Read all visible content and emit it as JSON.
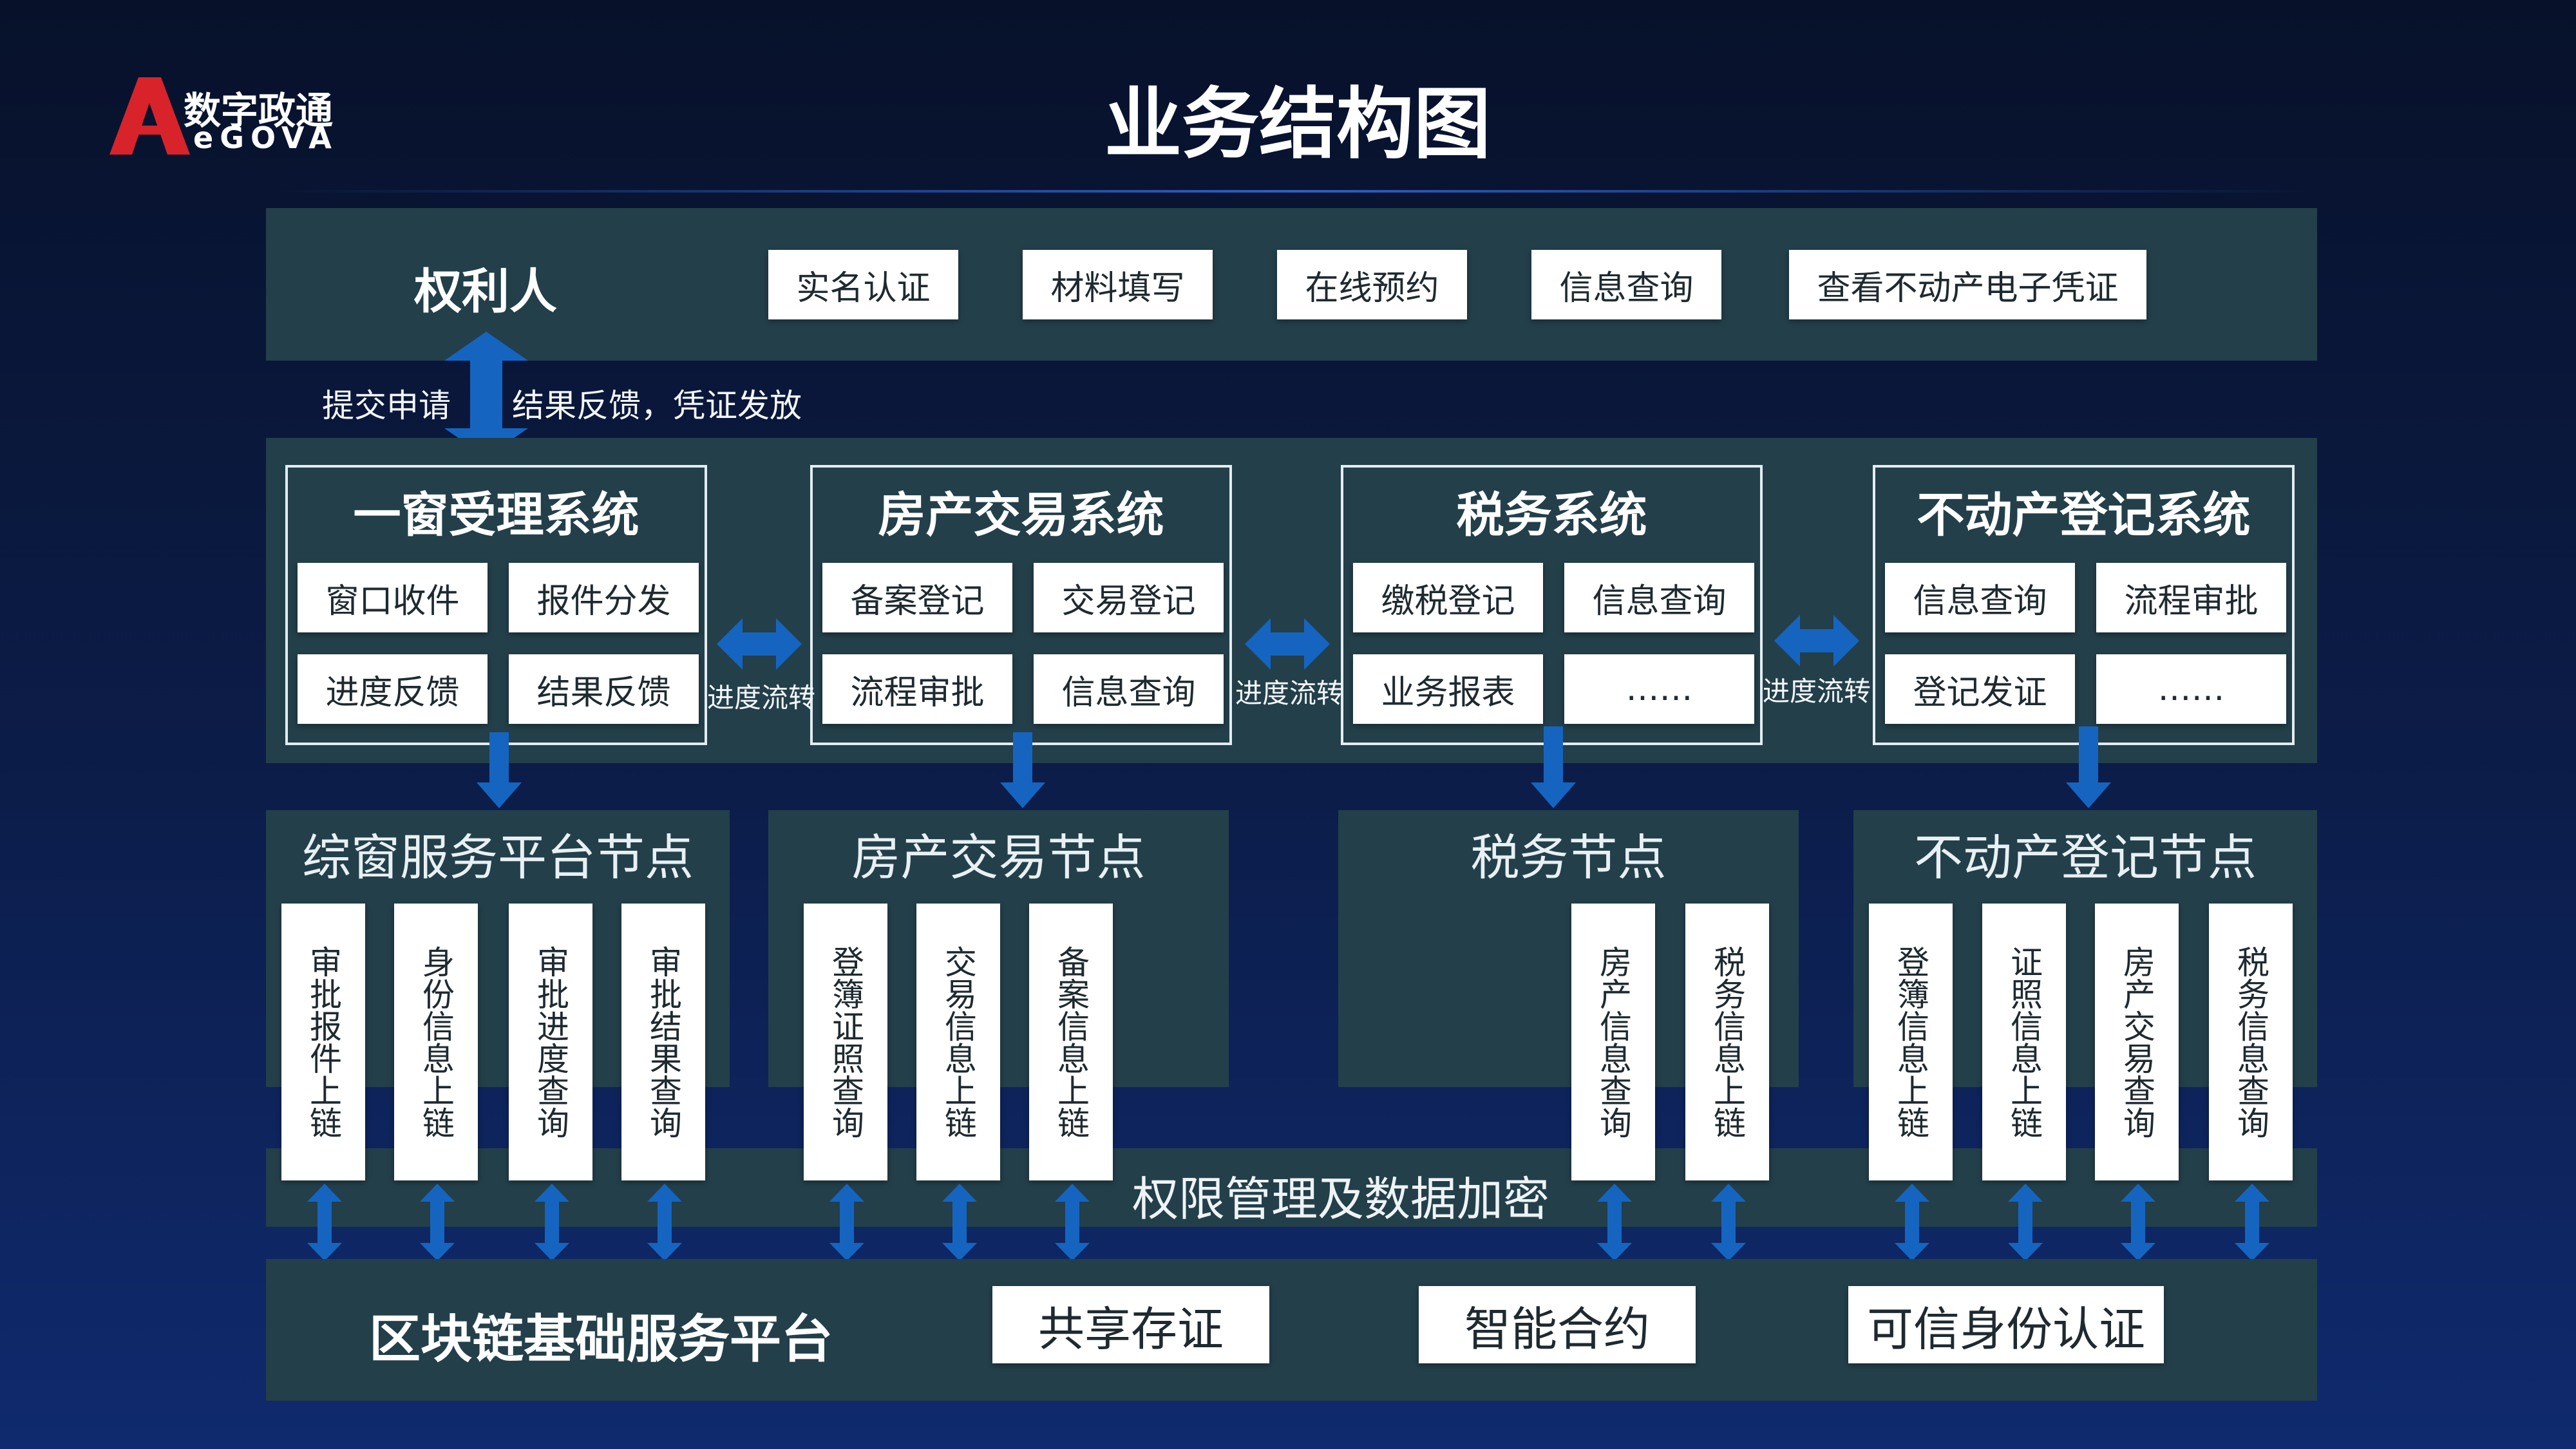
{
  "logo": {
    "text_cn": "数字政通",
    "text_en": "eGOVA"
  },
  "page_title": "业务结构图",
  "colors": {
    "panel": "#233f4a",
    "arrow": "#1565c0",
    "accent_red": "#d8232a"
  },
  "rights_holder": {
    "title": "权利人",
    "buttons": [
      "实名认证",
      "材料填写",
      "在线预约",
      "信息查询",
      "查看不动产电子凭证"
    ]
  },
  "flow_labels": {
    "submit": "提交申请",
    "feedback": "结果反馈，凭证发放"
  },
  "systems": [
    {
      "title": "一窗受理系统",
      "items": [
        "窗口收件",
        "报件分发",
        "进度反馈",
        "结果反馈"
      ]
    },
    {
      "title": "房产交易系统",
      "items": [
        "备案登记",
        "交易登记",
        "流程审批",
        "信息查询"
      ]
    },
    {
      "title": "税务系统",
      "items": [
        "缴税登记",
        "信息查询",
        "业务报表",
        "……"
      ]
    },
    {
      "title": "不动产登记系统",
      "items": [
        "信息查询",
        "流程审批",
        "登记发证",
        "……"
      ]
    }
  ],
  "progress_label": "进度流转",
  "nodes": [
    {
      "title": "综窗服务平台节点",
      "cols": [
        "审批报件上链",
        "身份信息上链",
        "审批进度查询",
        "审批结果查询"
      ]
    },
    {
      "title": "房产交易节点",
      "cols": [
        "登簿证照查询",
        "交易信息上链",
        "备案信息上链"
      ]
    },
    {
      "title": "税务节点",
      "cols": [
        "房产信息查询",
        "税务信息上链"
      ]
    },
    {
      "title": "不动产登记节点",
      "cols": [
        "登簿信息上链",
        "证照信息上链",
        "房产交易查询",
        "税务信息查询"
      ]
    }
  ],
  "permission_bar": "权限管理及数据加密",
  "blockchain": {
    "title": "区块链基础服务平台",
    "buttons": [
      "共享存证",
      "智能合约",
      "可信身份认证"
    ]
  }
}
